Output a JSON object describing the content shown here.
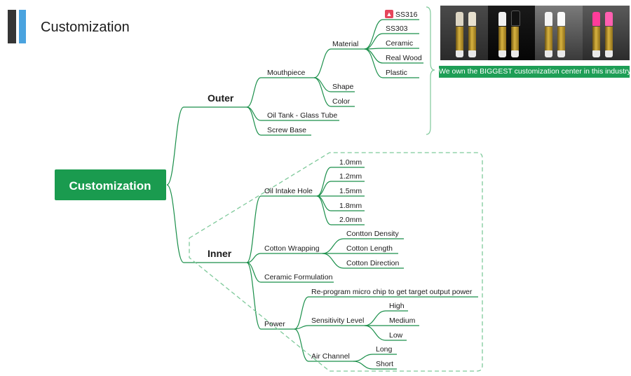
{
  "header": {
    "title": "Customization"
  },
  "root": {
    "label": "Customization"
  },
  "outer": {
    "label": "Outer",
    "mouthpiece": {
      "label": "Mouthpiece",
      "material": {
        "label": "Material",
        "items": [
          "SS316",
          "SS303",
          "Ceramic",
          "Real Wood",
          "Plastic"
        ]
      },
      "shape": "Shape",
      "color": "Color"
    },
    "oil_tank": "Oil Tank - Glass Tube",
    "screw_base": "Screw Base"
  },
  "inner": {
    "label": "Inner",
    "oil_intake_hole": {
      "label": "Oil Intake Hole",
      "items": [
        "1.0mm",
        "1.2mm",
        "1.5mm",
        "1.8mm",
        "2.0mm"
      ]
    },
    "cotton_wrapping": {
      "label": "Cotton Wrapping",
      "items": [
        "Contton Density",
        "Cotton Length",
        "Cotton Direction"
      ]
    },
    "ceramic_formulation": "Ceramic Formulation",
    "power": {
      "label": "Power",
      "reprogram": "Re-program micro chip to get target output power",
      "sensitivity": {
        "label": "Sensitivity Level",
        "items": [
          "High",
          "Medium",
          "Low"
        ]
      },
      "air_channel": {
        "label": "Air Channel",
        "items": [
          "Long",
          "Short"
        ]
      }
    }
  },
  "banner": "We own the BIGGEST customization center in this industry",
  "icons": {
    "hot": "flame-icon"
  },
  "colors": {
    "branch": "#1a8f4a",
    "root_fill": "#1a9b4f",
    "banner": "#1e9e56",
    "dashed": "#7ec99a"
  }
}
